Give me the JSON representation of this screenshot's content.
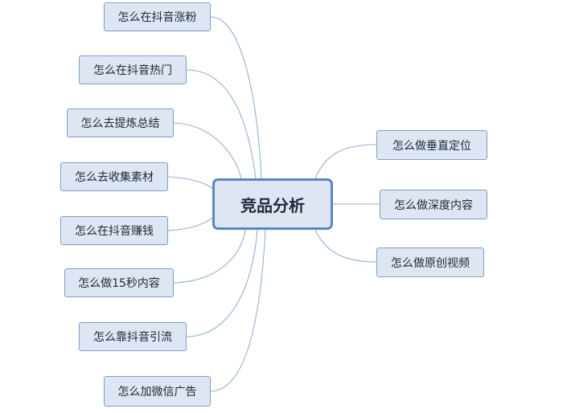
{
  "diagram": {
    "central_topic": "竞品分析",
    "left_topics": [
      "怎么在抖音涨粉",
      "怎么在抖音热门",
      "怎么去提炼总结",
      "怎么去收集素材",
      "怎么在抖音赚钱",
      "怎么做15秒内容",
      "怎么靠抖音引流",
      "怎么加微信广告"
    ],
    "right_topics": [
      "怎么做垂直定位",
      "怎么做深度内容",
      "怎么做原创视频"
    ],
    "colors": {
      "node_fill": "#dde6f2",
      "node_border": "#7d9dc8",
      "central_border": "#5a86c1",
      "connector": "#8fb0d6"
    }
  }
}
